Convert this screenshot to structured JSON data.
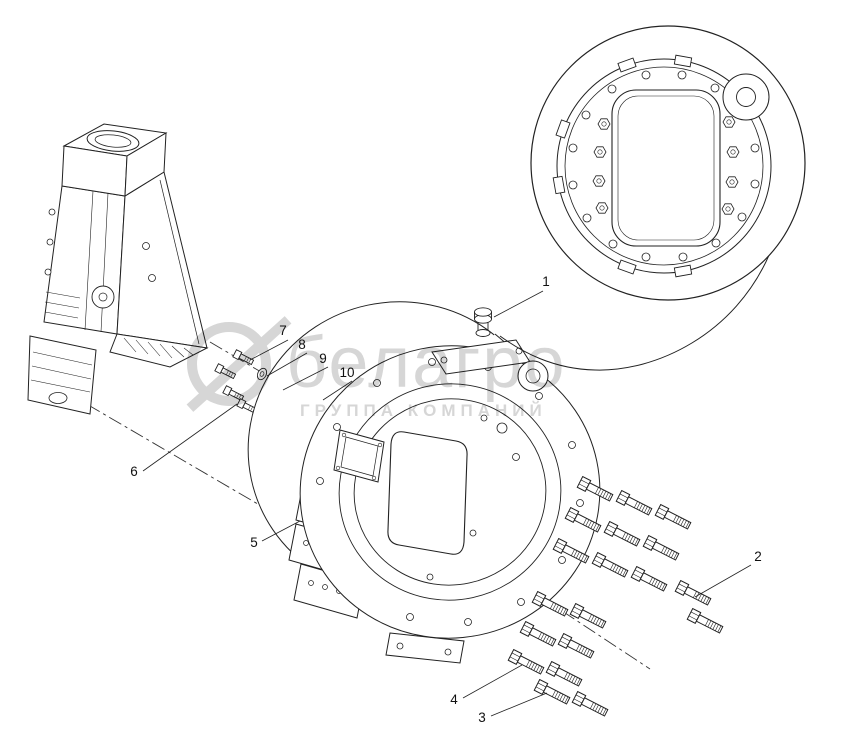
{
  "page": {
    "background": "#ffffff"
  },
  "watermark": {
    "logo_text": "белагро",
    "subtitle": "ГРУППА КОМПАНИЙ",
    "color": "#d6d6d6"
  },
  "callouts": [
    {
      "label": "1"
    },
    {
      "label": "2"
    },
    {
      "label": "3"
    },
    {
      "label": "4"
    },
    {
      "label": "5"
    },
    {
      "label": "6"
    },
    {
      "label": "7"
    },
    {
      "label": "8"
    },
    {
      "label": "9"
    },
    {
      "label": "10"
    }
  ],
  "colors": {
    "line": "#222222",
    "watermark": "#d6d6d6",
    "background": "#ffffff"
  }
}
